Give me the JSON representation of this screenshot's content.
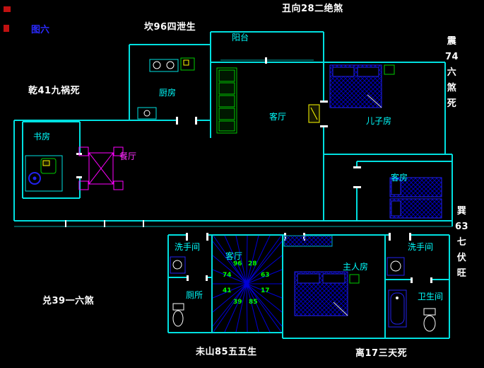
{
  "palette": {
    "background": "#000000",
    "wall_cyan": "#00E0E0",
    "furniture_blue": "#2222EE",
    "hatch_blue": "#0000B8",
    "stair_blue": "#0000D8",
    "green": "#00CC00",
    "magenta": "#FF00FF",
    "yellow": "#FFFF00",
    "white": "#FFFFFF",
    "red": "#CC1111",
    "label_cyan": "#00FFFF",
    "figure_blue": "#2A2AFF",
    "star_green": "#00FF00"
  },
  "figure_label": "图六",
  "annotations": {
    "top": "丑向28二绝煞",
    "upper_left": "坎96四泄生",
    "left": "乾41九祸死",
    "lower_left": "兑39一六煞",
    "bottom_center": "未山85五五生",
    "bottom_right": "离17三天死",
    "right_upper_chars": [
      "震",
      "74",
      "六",
      "煞",
      "死"
    ],
    "right_lower_chars": [
      "巽",
      "63",
      "七",
      "伏",
      "旺"
    ]
  },
  "rooms": {
    "balcony": "阳台",
    "kitchen": "厨房",
    "living_room": "客厅",
    "son_room": "儿子房",
    "study": "书房",
    "dining": "餐厅",
    "guest_room": "客房",
    "washroom_left": "洗手间",
    "stair_hall": "客厅",
    "washroom_right": "洗手间",
    "toilet": "厕所",
    "master_room": "主人房",
    "bathroom": "卫生间"
  },
  "stair_numbers": [
    "96",
    "28",
    "74",
    "63",
    "41",
    "17",
    "39",
    "85"
  ]
}
